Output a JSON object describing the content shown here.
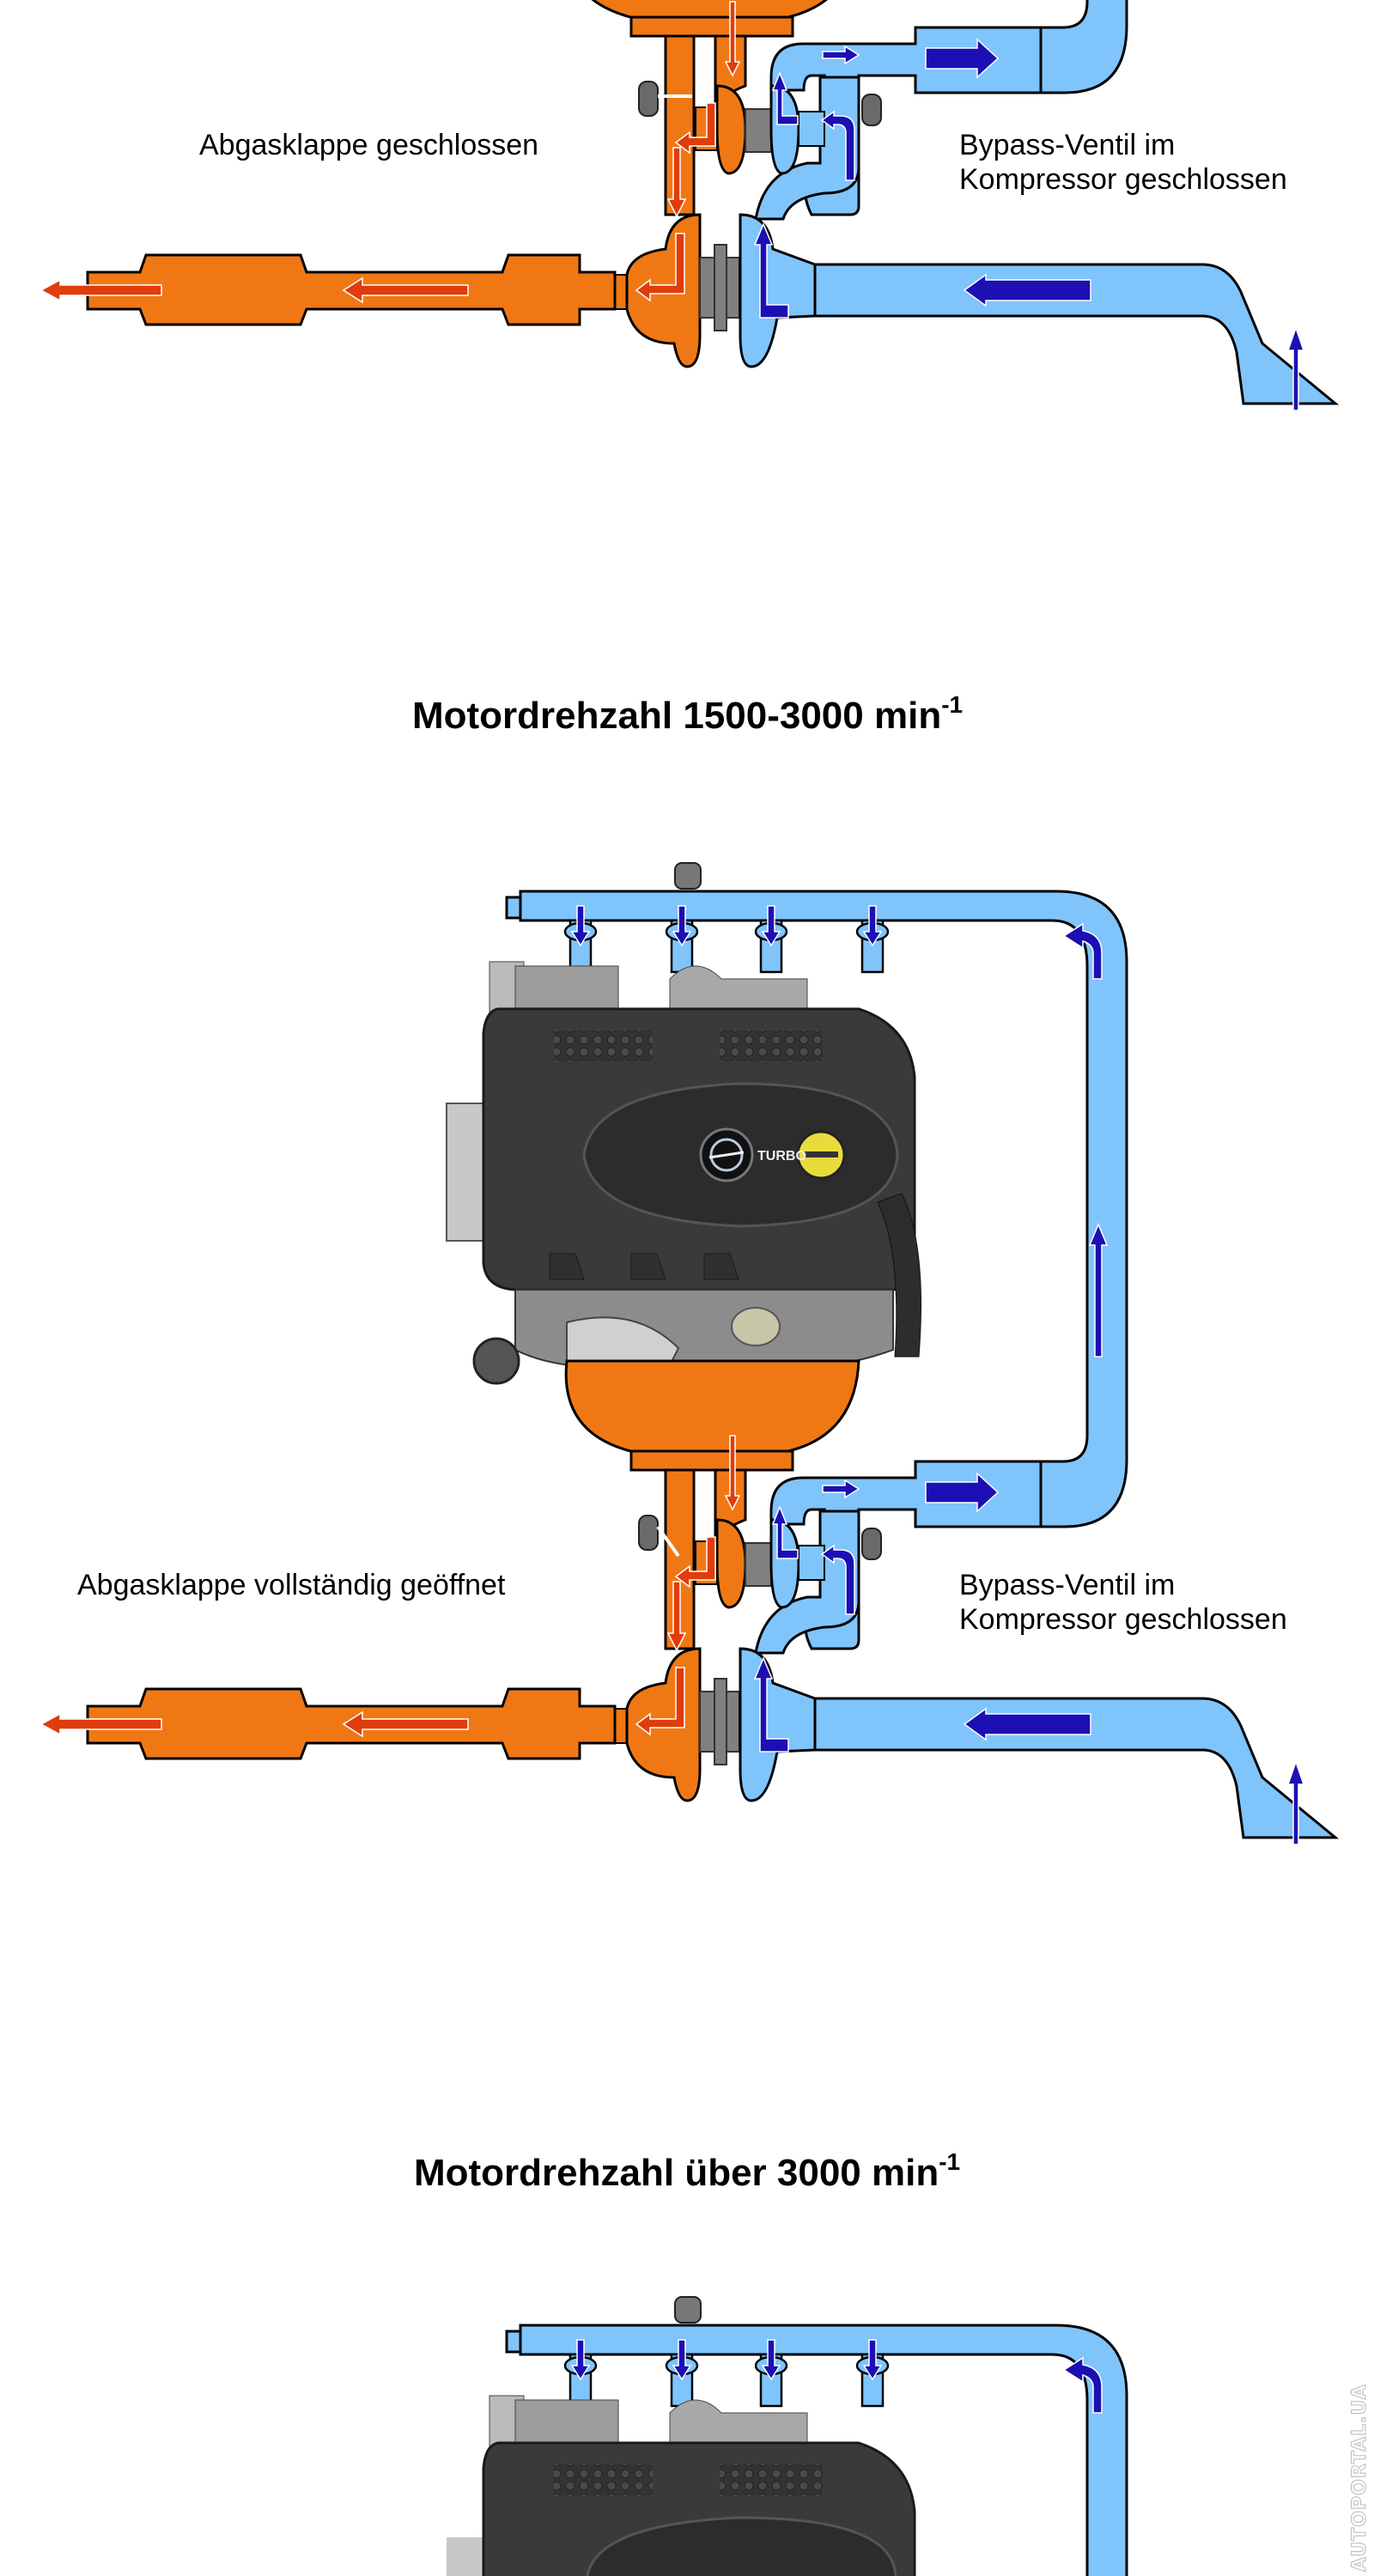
{
  "colors": {
    "exhaust": "#f07814",
    "intake": "#80c4fc",
    "exhaust_arrow": "#e03c0c",
    "intake_arrow": "#1c10b4",
    "engine_cover": "#3a3a3a"
  },
  "sections": [
    {
      "flap_label": "Abgasklappe geschlossen",
      "bypass_label_line1": "Bypass-Ventil im",
      "bypass_label_line2": "Kompressor geschlossen",
      "flap_state": "closed"
    },
    {
      "title": "Motordrehzahl  1500-3000 min",
      "title_sup": "-1",
      "flap_label": "Abgasklappe vollständig geöffnet",
      "bypass_label_line1": "Bypass-Ventil im",
      "bypass_label_line2": "Kompressor geschlossen",
      "flap_state": "open"
    },
    {
      "title": "Motordrehzahl über 3000 min",
      "title_sup": "-1"
    }
  ],
  "engine": {
    "badge": "TURBO"
  },
  "watermark": "AUTOPORTAL.UA"
}
